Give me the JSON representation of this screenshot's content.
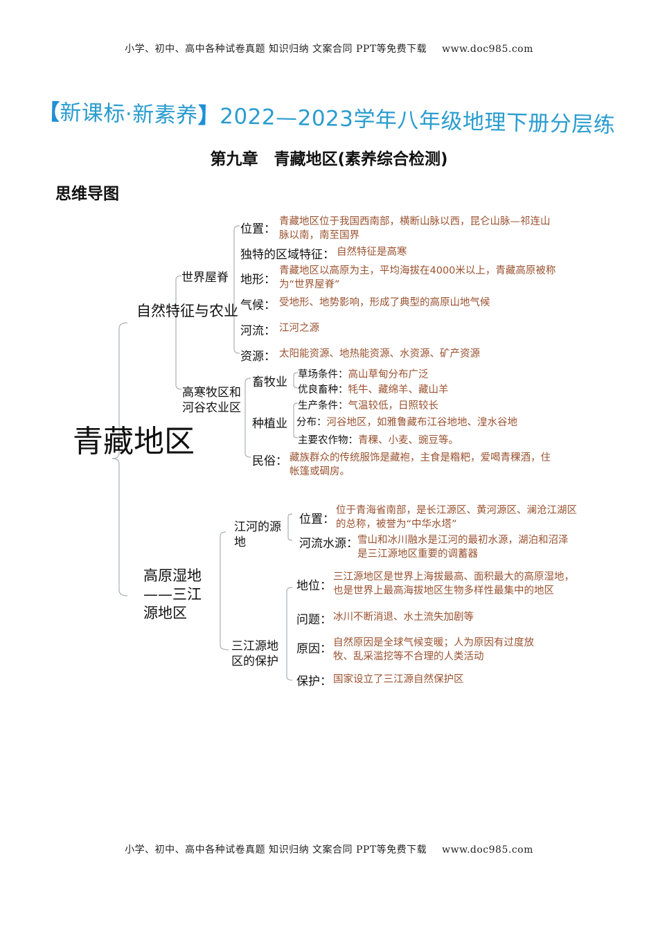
{
  "header": {
    "text": "小学、初中、高中各种试卷真题 知识归纳 文案合同 PPT等免费下载",
    "url": "www.doc985.com"
  },
  "footer": {
    "text": "小学、初中、高中各种试卷真题 知识归纳 文案合同 PPT等免费下载",
    "url": "www.doc985.com"
  },
  "title": {
    "bracket_open": "【",
    "tag": "新课标·新素养",
    "bracket_close": "】",
    "main": "2022—2023学年八年级地理下册分层练"
  },
  "chapter": "第九章　青藏地区(素养综合检测)",
  "section": "思维导图",
  "colors": {
    "title": "#2a9ccf",
    "description": "#9a5230",
    "label": "#111111",
    "connector": "#a0a8b0"
  },
  "mindmap": {
    "root": "青藏地区",
    "branches": [
      {
        "label": "自然特征与农业",
        "children": [
          {
            "label": "世界屋脊",
            "items": [
              {
                "key": "位置：",
                "value_lines": [
                  "青藏地区位于我国西南部，横断山脉以西，昆仑山脉—祁连山",
                  "脉以南，南至国界"
                ]
              },
              {
                "key": "独特的区域特征：",
                "value_lines": [
                  "自然特征是高寒"
                ]
              },
              {
                "key": "地形：",
                "value_lines": [
                  "青藏地区以高原为主，平均海拔在4000米以上，青藏高原被称",
                  "为“世界屋脊”"
                ]
              },
              {
                "key": "气候：",
                "value_lines": [
                  "受地形、地势影响，形成了典型的高原山地气候"
                ]
              },
              {
                "key": "河流：",
                "value_lines": [
                  "江河之源"
                ]
              },
              {
                "key": "资源：",
                "value_lines": [
                  "太阳能资源、地热能资源、水资源、矿产资源"
                ]
              }
            ]
          },
          {
            "label_lines": [
              "高寒牧区和",
              "河谷农业区"
            ],
            "groups": [
              {
                "label": "畜牧业",
                "items": [
                  {
                    "key": "草场条件：",
                    "value": "高山草甸分布广泛"
                  },
                  {
                    "key": "优良畜种：",
                    "value": "牦牛、藏绵羊、藏山羊"
                  }
                ]
              },
              {
                "label": "种植业",
                "items": [
                  {
                    "key": "生产条件：",
                    "value": "气温较低，日照较长"
                  },
                  {
                    "key": "分布：",
                    "value": "河谷地区，如雅鲁藏布江谷地地、湟水谷地"
                  },
                  {
                    "key": "主要农作物：",
                    "value": "青稞、小麦、豌豆等。"
                  }
                ]
              },
              {
                "label": "民俗：",
                "value_lines": [
                  "藏族群众的传统服饰是藏袍，主食是糌粑，爱喝青稞酒，住",
                  "帐篷或碉房。"
                ]
              }
            ]
          }
        ]
      },
      {
        "label_lines": [
          "高原湿地",
          "——三江",
          "源地区"
        ],
        "children": [
          {
            "label_lines": [
              "江河的源",
              "地"
            ],
            "items": [
              {
                "key": "位置：",
                "value_lines": [
                  "位于青海省南部，是长江源区、黄河源区、澜沧江湖区",
                  "的总称，被誉为“中华水塔”"
                ]
              },
              {
                "key": "河流水源：",
                "value_lines": [
                  "雪山和冰川融水是江河的最初水源，湖泊和沼泽",
                  "是三江源地区重要的调蓄器"
                ]
              }
            ]
          },
          {
            "label_lines": [
              "三江源地",
              "区的保护"
            ],
            "items": [
              {
                "key": "地位：",
                "value_lines": [
                  "三江源地区是世界上海拔最高、面积最大的高原湿地，",
                  "也是世界上最高海拔地区生物多样性最集中的地区"
                ]
              },
              {
                "key": "问题：",
                "value_lines": [
                  "冰川不断消退、水土流失加剧等"
                ]
              },
              {
                "key": "原因：",
                "value_lines": [
                  "自然原因是全球气候变暖；人为原因有过度放",
                  "牧、乱采滥挖等不合理的人类活动"
                ]
              },
              {
                "key": "保护：",
                "value_lines": [
                  "国家设立了三江源自然保护区"
                ]
              }
            ]
          }
        ]
      }
    ]
  }
}
